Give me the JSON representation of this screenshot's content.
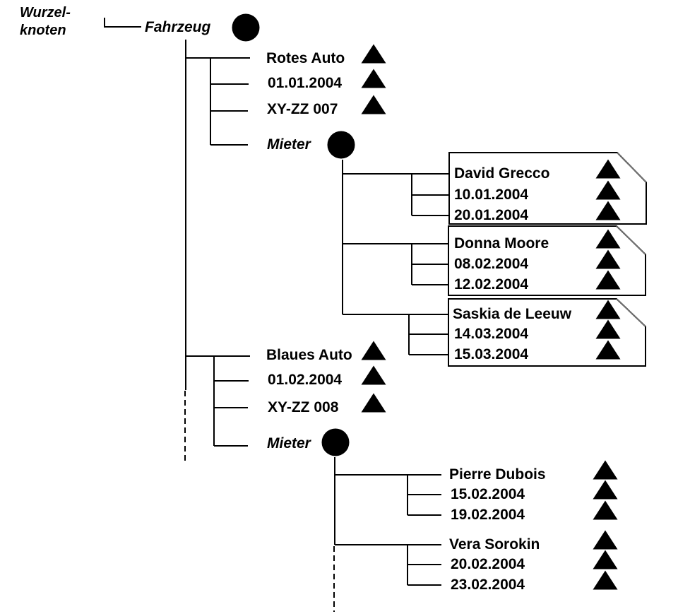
{
  "annotation": {
    "line1": "Wurzel-",
    "line2": "knoten"
  },
  "tree": {
    "root": {
      "label": "Fahrzeug"
    },
    "vehicles": [
      {
        "name": "Rotes Auto",
        "date": "01.01.2004",
        "code": "XY-ZZ 007",
        "renters_label": "Mieter",
        "renters": [
          {
            "name": "David Grecco",
            "dates": [
              "10.01.2004",
              "20.01.2004"
            ]
          },
          {
            "name": "Donna Moore",
            "dates": [
              "08.02.2004",
              "12.02.2004"
            ]
          },
          {
            "name": "Saskia de Leeuw",
            "dates": [
              "14.03.2004",
              "15.03.2004"
            ]
          }
        ]
      },
      {
        "name": "Blaues Auto",
        "date": "01.02.2004",
        "code": "XY-ZZ 008",
        "renters_label": "Mieter",
        "renters": [
          {
            "name": "Pierre Dubois",
            "dates": [
              "15.02.2004",
              "19.02.2004"
            ]
          },
          {
            "name": "Vera Sorokin",
            "dates": [
              "20.02.2004",
              "23.02.2004"
            ]
          }
        ]
      }
    ]
  },
  "colors": {
    "shape_fill": "#bddee2",
    "shape_stroke": "#404040",
    "line_color": "#000000",
    "notch_color": "#7a7a7a",
    "page_bg": "#ffffff"
  }
}
